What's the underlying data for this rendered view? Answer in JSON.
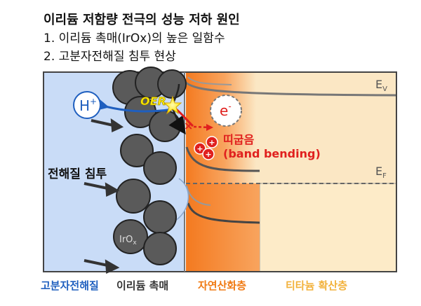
{
  "title": "이리듐 저함량 전극의 성능 저하 원인",
  "reasons": [
    "1. 이리듐 촉매(IrOx)의 높은 일함수",
    "2. 고분자전해질 침투 현상"
  ],
  "diagram": {
    "h_plus": "H",
    "h_plus_sup": "+",
    "oer": "OER",
    "electron": "e",
    "electron_sup": "-",
    "cross": "×",
    "band_bending_ko": "띠굽음",
    "band_bending_en": "(band bending)",
    "penetration": "전해질 침투",
    "iro_prefix": "IrO",
    "iro_sub": "x",
    "ev": "E",
    "ev_sub": "V",
    "ef": "E",
    "ef_sub": "F",
    "hole": "+"
  },
  "labels": {
    "electrolyte": "고분자전해질",
    "catalyst": "이리듐 촉매",
    "native_oxide": "자연산화층",
    "titanium": "티타늄 확산층"
  },
  "colors": {
    "electrolyte_bg": "#c9dcf7",
    "native_oxide": "#f48a2c",
    "titanium": "#fbe7c4",
    "particle": "#5a5a5a",
    "h_plus_blue": "#1f5fbf",
    "red": "#e0201e",
    "oer_yellow": "#ffe800"
  }
}
